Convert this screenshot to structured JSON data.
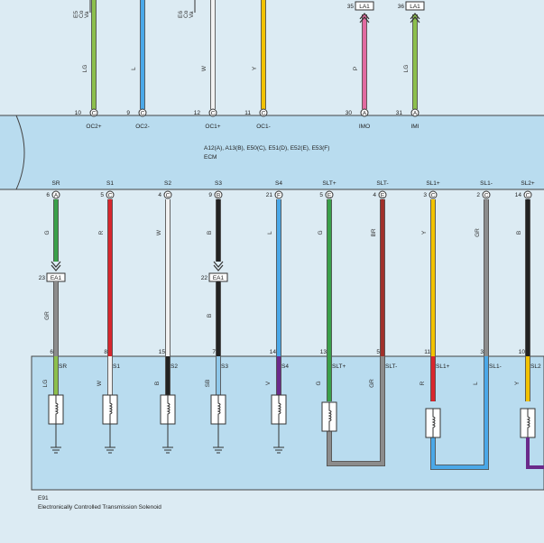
{
  "ecm": {
    "connectors": "A12(A), A13(B), E50(C), E51(D), E52(E), E53(F)",
    "name": "ECM"
  },
  "top_connector_labels": [
    "LA1",
    "LA1"
  ],
  "ea1_label": "EA1",
  "top_wires": [
    {
      "pin": "10",
      "conn": "C",
      "name": "OC2+",
      "color_code": "LG",
      "color": "#8cbf4c"
    },
    {
      "pin": "9",
      "conn": "C",
      "name": "OC2-",
      "color_code": "L",
      "color": "#4aa8e8"
    },
    {
      "pin": "12",
      "conn": "C",
      "name": "OC1+",
      "color_code": "W",
      "color": "#f2f2f2"
    },
    {
      "pin": "11",
      "conn": "C",
      "name": "OC1-",
      "color_code": "Y",
      "color": "#f2c200"
    },
    {
      "pin": "30",
      "conn": "A",
      "name": "IMO",
      "color_code": "P",
      "color": "#e26aa0",
      "top_pin": "35"
    },
    {
      "pin": "31",
      "conn": "A",
      "name": "IMI",
      "color_code": "LG",
      "color": "#8cbf4c",
      "top_pin": "36"
    }
  ],
  "wires": [
    {
      "pin": "6",
      "conn": "A",
      "name": "SR",
      "color_code": "G",
      "color": "#3aa04a",
      "lower_code": "GR",
      "lower_color": "#8c8c8c",
      "ea1_pin": "23",
      "sol_pin": "6",
      "sol_name": "SR",
      "sol_code": "LG",
      "sol_color": "#8cbf4c"
    },
    {
      "pin": "5",
      "conn": "C",
      "name": "S1",
      "color_code": "R",
      "color": "#d8262d",
      "sol_pin": "8",
      "sol_name": "S1",
      "sol_code": "W",
      "sol_color": "#f2f2f2"
    },
    {
      "pin": "4",
      "conn": "C",
      "name": "S2",
      "color_code": "W",
      "color": "#f2f2f2",
      "sol_pin": "15",
      "sol_name": "S2",
      "sol_code": "B",
      "sol_color": "#222222"
    },
    {
      "pin": "9",
      "conn": "B",
      "name": "S3",
      "color_code": "B",
      "color": "#222222",
      "lower_code": "B",
      "lower_color": "#222222",
      "ea1_pin": "22",
      "sol_pin": "7",
      "sol_name": "S3",
      "sol_code": "SB",
      "sol_color": "#8fc8ea"
    },
    {
      "pin": "21",
      "conn": "F",
      "name": "S4",
      "color_code": "L",
      "color": "#4aa8e8",
      "sol_pin": "14",
      "sol_name": "S4",
      "sol_code": "V",
      "sol_color": "#6a2a8a"
    },
    {
      "pin": "5",
      "conn": "E",
      "name": "SLT+",
      "color_code": "G",
      "color": "#3aa04a",
      "sol_pin": "13",
      "sol_name": "SLT+",
      "sol_code": "G",
      "sol_color": "#3aa04a"
    },
    {
      "pin": "4",
      "conn": "E",
      "name": "SLT-",
      "color_code": "BR",
      "color": "#a0302a",
      "sol_pin": "5",
      "sol_name": "SLT-",
      "sol_code": "GR",
      "sol_color": "#8c8c8c"
    },
    {
      "pin": "3",
      "conn": "C",
      "name": "SL1+",
      "color_code": "Y",
      "color": "#f2c200",
      "sol_pin": "11",
      "sol_name": "SL1+",
      "sol_code": "R",
      "sol_color": "#d8262d"
    },
    {
      "pin": "2",
      "conn": "C",
      "name": "SL1-",
      "color_code": "GR",
      "color": "#8c8c8c",
      "sol_pin": "3",
      "sol_name": "SL1-",
      "sol_code": "L",
      "sol_color": "#4aa8e8"
    },
    {
      "pin": "14",
      "conn": "C",
      "name": "SL2+",
      "color_code": "B",
      "color": "#222222",
      "sol_pin": "10",
      "sol_name": "SL2",
      "sol_code": "Y",
      "sol_color": "#f2c200"
    }
  ],
  "solenoid": {
    "id": "E91",
    "title": "Electronically Controlled Transmission Solenoid"
  },
  "top_left_vertical_texts": [
    "E5\nCo\nVa",
    "E6\nCo\nVa"
  ]
}
